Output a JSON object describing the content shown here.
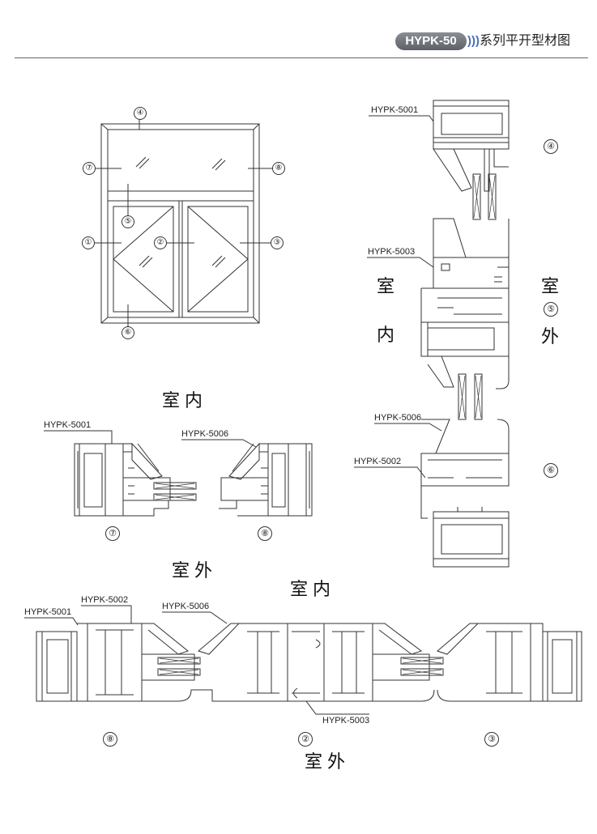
{
  "header": {
    "series": "HYPK-50",
    "arrows": ")))",
    "title": "系列平开型材图"
  },
  "callouts": [
    "①",
    "②",
    "③",
    "④",
    "⑤",
    "⑥",
    "⑦",
    "⑧"
  ],
  "labels": {
    "indoor": "室内",
    "outdoor": "室外",
    "indoor_c1": "室",
    "indoor_c2": "内",
    "outdoor_c1": "室",
    "outdoor_c2": "外",
    "p5001": "HYPK-5001",
    "p5002": "HYPK-5002",
    "p5003": "HYPK-5003",
    "p5006": "HYPK-5006"
  }
}
